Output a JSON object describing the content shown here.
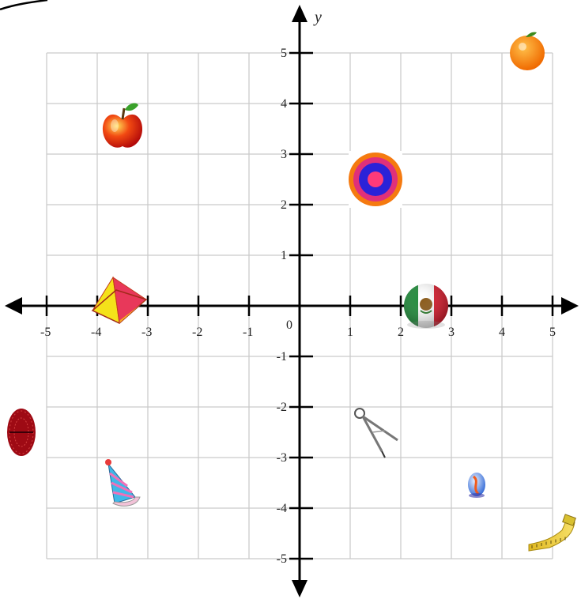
{
  "chart_data": {
    "type": "scatter",
    "title": "",
    "xlabel": "",
    "ylabel": "y",
    "xlim": [
      -5,
      5
    ],
    "ylim": [
      -5,
      5
    ],
    "grid": true,
    "x_ticks": [
      {
        "value": -5,
        "label": "-5"
      },
      {
        "value": -4,
        "label": "-4"
      },
      {
        "value": -3,
        "label": "-3"
      },
      {
        "value": -2,
        "label": "-2"
      },
      {
        "value": -1,
        "label": "-1"
      },
      {
        "value": 1,
        "label": "1"
      },
      {
        "value": 2,
        "label": "2"
      },
      {
        "value": 3,
        "label": "3"
      },
      {
        "value": 4,
        "label": "4"
      },
      {
        "value": 5,
        "label": "5"
      }
    ],
    "y_ticks": [
      {
        "value": 5,
        "label": "5"
      },
      {
        "value": 4,
        "label": "4"
      },
      {
        "value": 3,
        "label": "3"
      },
      {
        "value": 2,
        "label": "2"
      },
      {
        "value": 1,
        "label": "1"
      },
      {
        "value": -1,
        "label": "-1"
      },
      {
        "value": -2,
        "label": "-2"
      },
      {
        "value": -3,
        "label": "-3"
      },
      {
        "value": -4,
        "label": "-4"
      },
      {
        "value": -5,
        "label": "-5"
      }
    ],
    "origin_label": "0",
    "points": [
      {
        "icon": "orange-icon",
        "x": 4.5,
        "y": 5
      },
      {
        "icon": "apple-icon",
        "x": -3.5,
        "y": 3.5
      },
      {
        "icon": "target-icon",
        "x": 1.5,
        "y": 2.5
      },
      {
        "icon": "pyramid-icon",
        "x": -3.5,
        "y": 0
      },
      {
        "icon": "mexico-flag-ball-icon",
        "x": 2.5,
        "y": 0
      },
      {
        "icon": "red-egg-icon",
        "x": -5.5,
        "y": -2.5
      },
      {
        "icon": "compass-icon",
        "x": 1.5,
        "y": -2.5
      },
      {
        "icon": "party-hat-icon",
        "x": -3.5,
        "y": -3.5
      },
      {
        "icon": "marble-icon",
        "x": 3.5,
        "y": -3.5
      },
      {
        "icon": "measuring-tape-icon",
        "x": 5,
        "y": -4.5
      }
    ]
  }
}
